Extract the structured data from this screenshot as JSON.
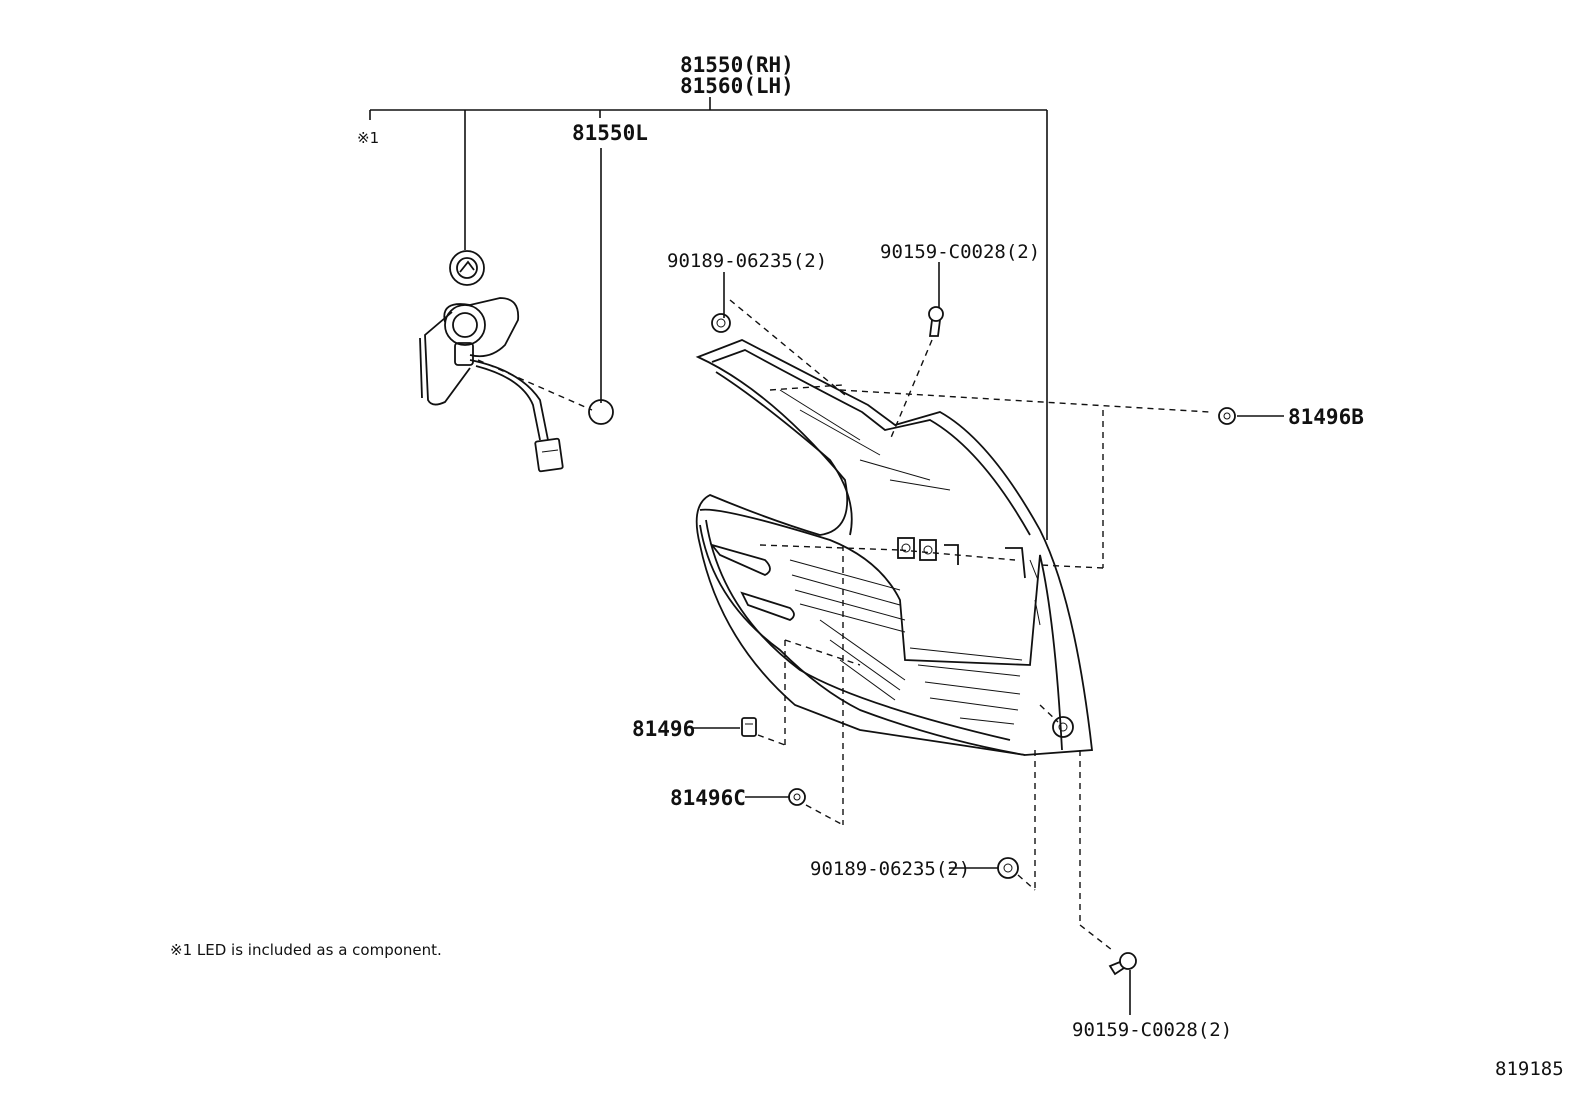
{
  "labels": {
    "assembly_rh": "81550(RH)",
    "assembly_lh": "81560(LH)",
    "mark_1": "※1",
    "socket": "81550L",
    "nut_top": "90189-06235(2)",
    "screw_top": "90159-C0028(2)",
    "clip_b": "81496B",
    "clip": "81496",
    "clip_c": "81496C",
    "nut_bottom": "90189-06235(2)",
    "screw_bottom": "90159-C0028(2)",
    "footnote": "※1 LED is included as a component.",
    "diagram_id": "819185"
  }
}
